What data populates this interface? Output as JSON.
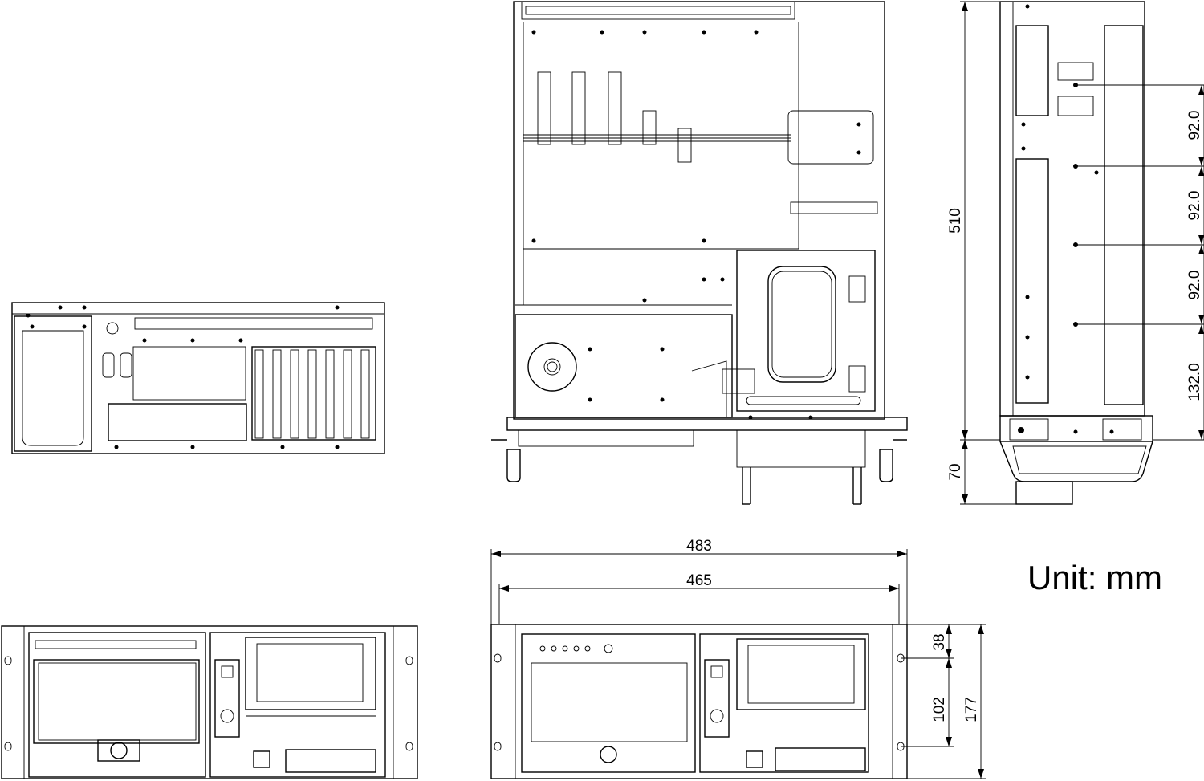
{
  "unit_label": "Unit: mm",
  "dimensions": {
    "overall_width": "483",
    "inner_width": "465",
    "depth": "510",
    "handle_depth": "70",
    "slot_pitch_1": "92.0",
    "slot_pitch_2": "92.0",
    "slot_pitch_3": "92.0",
    "slot_offset": "132.0",
    "top_offset": "38",
    "hole_spacing": "102",
    "overall_height": "177"
  }
}
